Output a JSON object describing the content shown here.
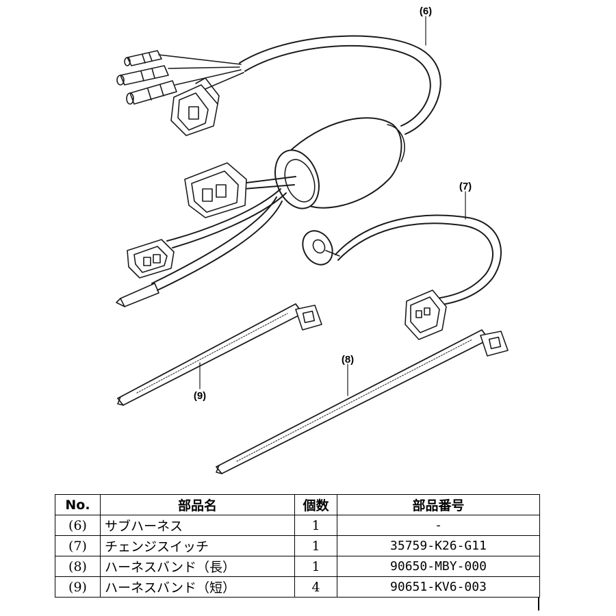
{
  "callouts": {
    "part6": "(6)",
    "part7": "(7)",
    "part8": "(8)",
    "part9": "(9)"
  },
  "table": {
    "headers": {
      "no": "No.",
      "name": "部品名",
      "qty": "個数",
      "part_number": "部品番号"
    },
    "rows": [
      {
        "no": "(6)",
        "name": "サブハーネス",
        "qty": "1",
        "part_number": "-"
      },
      {
        "no": "(7)",
        "name": "チェンジスイッチ",
        "qty": "1",
        "part_number": "35759-K26-G11"
      },
      {
        "no": "(8)",
        "name": "ハーネスバンド（長）",
        "qty": "1",
        "part_number": "90650-MBY-000"
      },
      {
        "no": "(9)",
        "name": "ハーネスバンド（短）",
        "qty": "4",
        "part_number": "90651-KV6-003"
      }
    ]
  }
}
